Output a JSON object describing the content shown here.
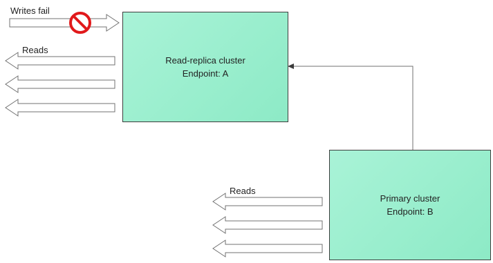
{
  "colors": {
    "box_fill": "#a9f3d7",
    "box_border": "#3c3c3c",
    "arrow_fill": "#ffffff",
    "arrow_stroke": "#707070",
    "connector": "#707070",
    "prohibited": "#e1191b"
  },
  "icons": {
    "prohibited": "prohibited-icon"
  },
  "replica": {
    "title": "Read-replica cluster",
    "endpoint": "Endpoint: A",
    "writes_label": "Writes fail",
    "reads_label": "Reads"
  },
  "primary": {
    "title": "Primary cluster",
    "endpoint": "Endpoint: B",
    "reads_label": "Reads"
  }
}
